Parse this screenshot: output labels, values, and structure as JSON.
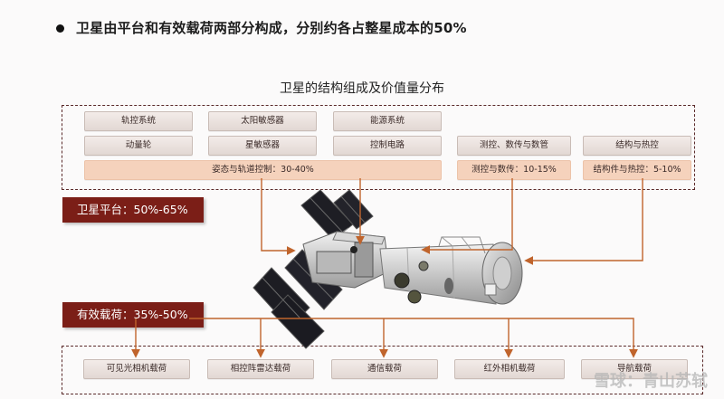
{
  "headline": "卫星由平台和有效载荷两部分构成，分别约各占整星成本的50%",
  "subtitle": "卫星的结构组成及价值量分布",
  "platform": {
    "label": "卫星平台：50%-65%",
    "row1": [
      "轨控系统",
      "太阳敏感器",
      "能源系统"
    ],
    "row2": [
      "动量轮",
      "星敏感器",
      "控制电路",
      "测控、数传与数管",
      "结构与热控"
    ],
    "summary": [
      "姿态与轨道控制：30-40%",
      "测控与数传：10-15%",
      "结构件与热控：5-10%"
    ]
  },
  "payload": {
    "label": "有效载荷：35%-50%",
    "items": [
      "可见光相机载荷",
      "相控阵雷达载荷",
      "通信载荷",
      "红外相机载荷",
      "导航载荷"
    ]
  },
  "watermark": "雪球：青山苏轼",
  "colors": {
    "accent": "#7b1e17",
    "peach": "#f5d2bc",
    "arrow": "#c0642c"
  }
}
